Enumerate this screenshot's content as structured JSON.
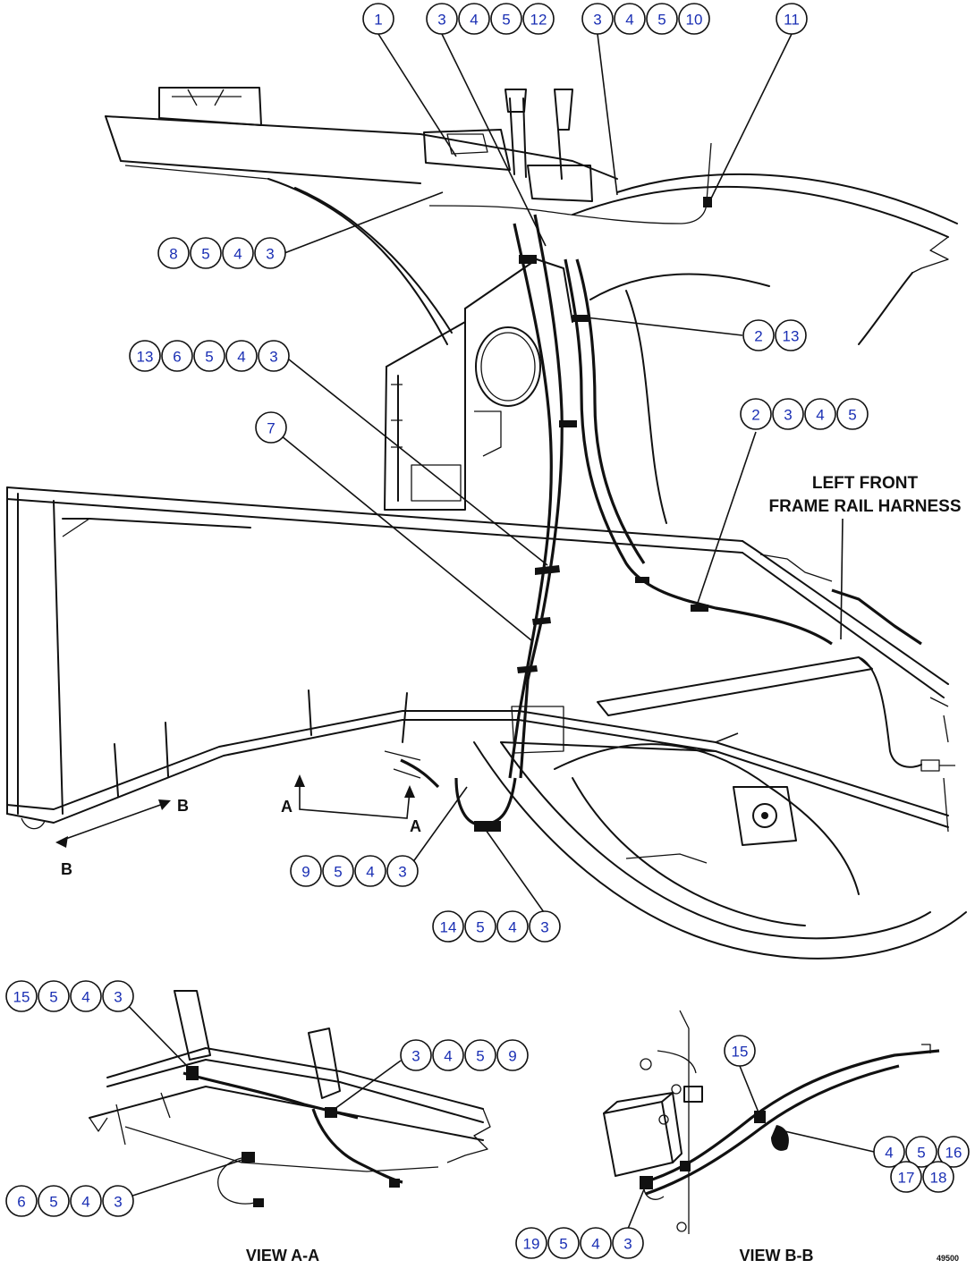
{
  "callout_groups": [
    {
      "id": "g1",
      "values": [
        "1"
      ]
    },
    {
      "id": "g2",
      "values": [
        "3",
        "4",
        "5",
        "12"
      ]
    },
    {
      "id": "g3",
      "values": [
        "3",
        "4",
        "5",
        "10"
      ]
    },
    {
      "id": "g4",
      "values": [
        "11"
      ]
    },
    {
      "id": "g5",
      "values": [
        "8",
        "5",
        "4",
        "3"
      ]
    },
    {
      "id": "g6",
      "values": [
        "2",
        "13"
      ]
    },
    {
      "id": "g7",
      "values": [
        "13",
        "6",
        "5",
        "4",
        "3"
      ]
    },
    {
      "id": "g8",
      "values": [
        "2",
        "3",
        "4",
        "5"
      ]
    },
    {
      "id": "g9",
      "values": [
        "7"
      ]
    },
    {
      "id": "g10",
      "values": [
        "9",
        "5",
        "4",
        "3"
      ]
    },
    {
      "id": "g11",
      "values": [
        "14",
        "5",
        "4",
        "3"
      ]
    },
    {
      "id": "g12",
      "values": [
        "15",
        "5",
        "4",
        "3"
      ]
    },
    {
      "id": "g13",
      "values": [
        "3",
        "4",
        "5",
        "9"
      ]
    },
    {
      "id": "g14",
      "values": [
        "6",
        "5",
        "4",
        "3"
      ]
    },
    {
      "id": "g15",
      "values": [
        "15"
      ]
    },
    {
      "id": "g16",
      "values": [
        "4",
        "5",
        "16"
      ]
    },
    {
      "id": "g17",
      "values": [
        "17",
        "18"
      ]
    },
    {
      "id": "g18",
      "values": [
        "19",
        "5",
        "4",
        "3"
      ]
    }
  ],
  "labels": {
    "harness_line1": "LEFT FRONT",
    "harness_line2": "FRAME RAIL HARNESS",
    "view_a": "VIEW A-A",
    "view_b": "VIEW B-B",
    "section_a": "A",
    "section_b": "B",
    "figure_id": "49500"
  }
}
